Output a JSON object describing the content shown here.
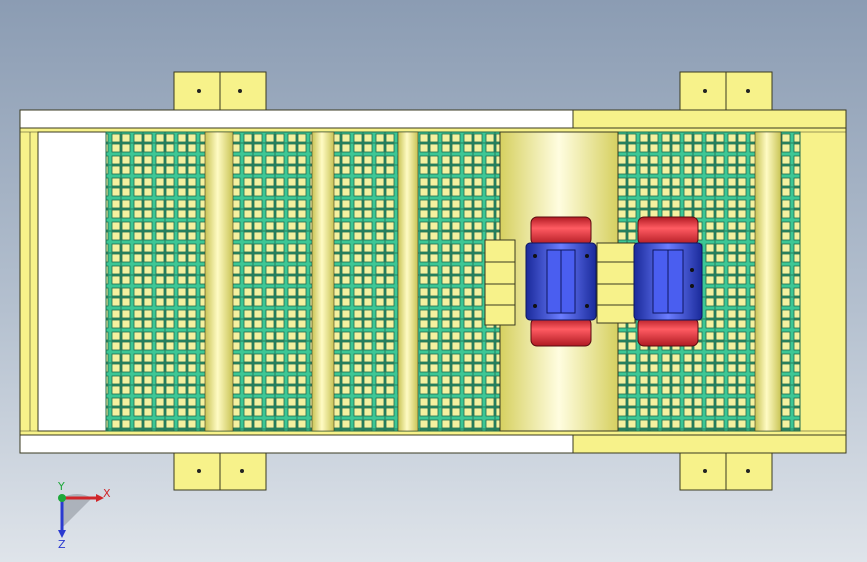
{
  "scene": {
    "model": "vibrating-screen-top-view",
    "view": "top",
    "colors": {
      "frame_yellow": "#f7f28a",
      "frame_dark_yellow": "#c9c455",
      "frame_outline": "#3a3a20",
      "mesh_green": "#3cc795",
      "mesh_dark": "#1f6b4d",
      "rod_yellow": "#f5f07a",
      "white_panel": "#ffffff",
      "motor_red": "#e8303a",
      "motor_blue": "#3d52d8",
      "motor_blue_dark": "#1a2a9a",
      "bolt_dark": "#222222"
    },
    "mounting_brackets": 4,
    "cross_rods": 5,
    "vibration_motors": 2
  },
  "axis_triad": {
    "x_label": "X",
    "y_label": "Y",
    "z_label": "Z",
    "x_color": "#d0262a",
    "y_color": "#1ea83a",
    "z_color": "#2a3ad0"
  }
}
